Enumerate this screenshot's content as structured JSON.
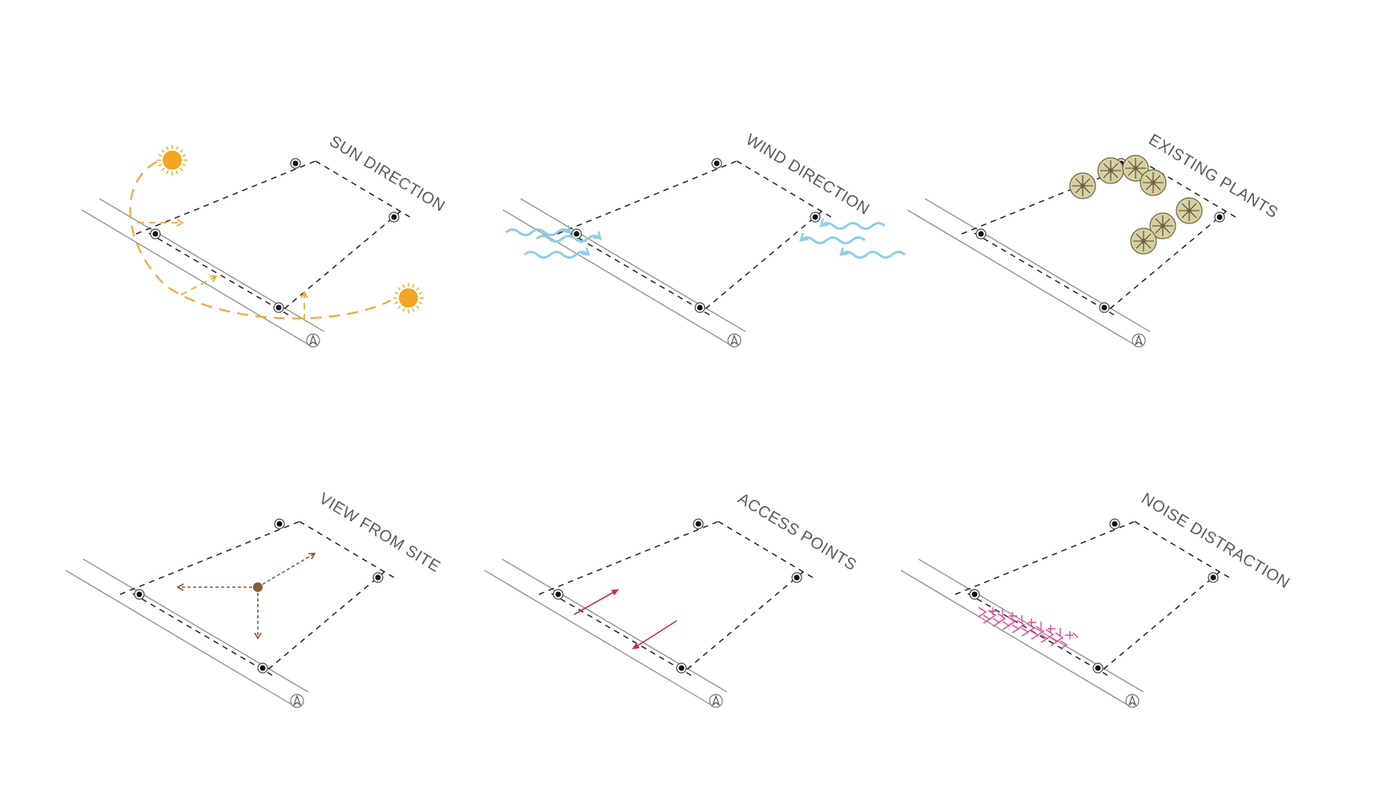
{
  "panels": [
    {
      "id": "sun",
      "title": "SUN DIRECTION"
    },
    {
      "id": "wind",
      "title": "WIND DIRECTION"
    },
    {
      "id": "plants",
      "title": "EXISTING PLANTS"
    },
    {
      "id": "view",
      "title": "VIEW FROM SITE"
    },
    {
      "id": "access",
      "title": "ACCESS POINTS"
    },
    {
      "id": "noise",
      "title": "NOISE DISTRACTION"
    }
  ],
  "colors": {
    "sun": "#f2a622",
    "sun_path": "#efa93a",
    "wind": "#8ecfe6",
    "plants": "#d8cfa0",
    "plants_stroke": "#6b6440",
    "view": "#8a5a35",
    "access": "#d0245a",
    "noise": "#e0499a"
  },
  "icons": {
    "sun": "sun-icon",
    "wind": "wind-icon",
    "plant": "tree-icon",
    "north": "north-arrow-icon",
    "corner": "corner-marker-icon"
  }
}
